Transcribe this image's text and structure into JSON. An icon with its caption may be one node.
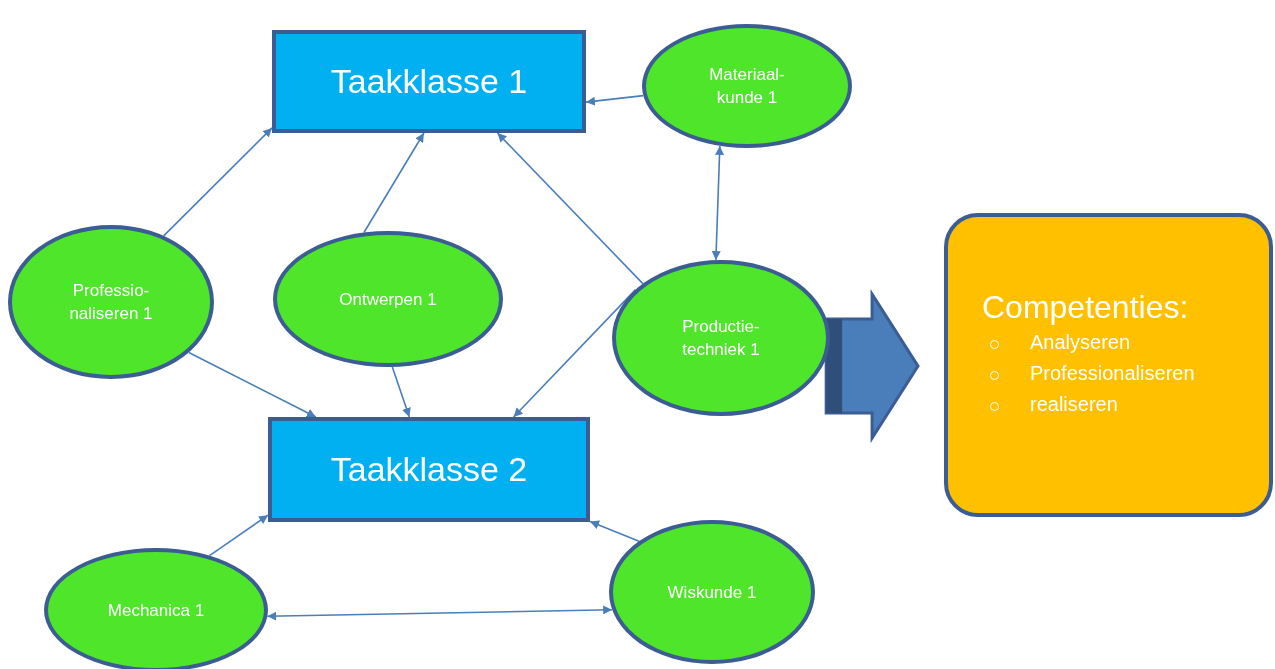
{
  "diagram": {
    "nodes": [
      {
        "text": [
          "Taakklasse 1"
        ]
      },
      {
        "text": [
          "Materiaal- kunde 1"
        ]
      },
      {
        "text": [
          "Professio- naliseren 1"
        ]
      },
      {
        "text": [
          "Ontwerpen 1"
        ]
      },
      {
        "text": [
          "Productie- techniek 1"
        ]
      },
      {
        "text": [
          "Taakklasse 2"
        ]
      },
      {
        "text": [
          "Mechanica 1"
        ]
      },
      {
        "text": [
          "Wiskunde 1"
        ]
      },
      {
        "text": [
          "Competenties:",
          "Analyseren",
          "Professionaliseren",
          "realiseren"
        ]
      }
    ],
    "edges": [
      {
        "from": 1,
        "to": 0,
        "arrow": "to"
      },
      {
        "from": 2,
        "to": 0,
        "arrow": "to"
      },
      {
        "from": 3,
        "to": 0,
        "arrow": "to"
      },
      {
        "from": 4,
        "to": 0,
        "arrow": "to"
      },
      {
        "from": 1,
        "to": 4,
        "arrow": "both"
      },
      {
        "from": 2,
        "to": 5,
        "arrow": "to"
      },
      {
        "from": 3,
        "to": 5,
        "arrow": "to"
      },
      {
        "from": 4,
        "to": 5,
        "arrow": "to"
      },
      {
        "from": 6,
        "to": 5,
        "arrow": "to"
      },
      {
        "from": 7,
        "to": 5,
        "arrow": "to"
      },
      {
        "from": 6,
        "to": 7,
        "arrow": "both"
      },
      {
        "from": 4,
        "to": 8,
        "arrow": "to",
        "style": "thick"
      }
    ]
  }
}
